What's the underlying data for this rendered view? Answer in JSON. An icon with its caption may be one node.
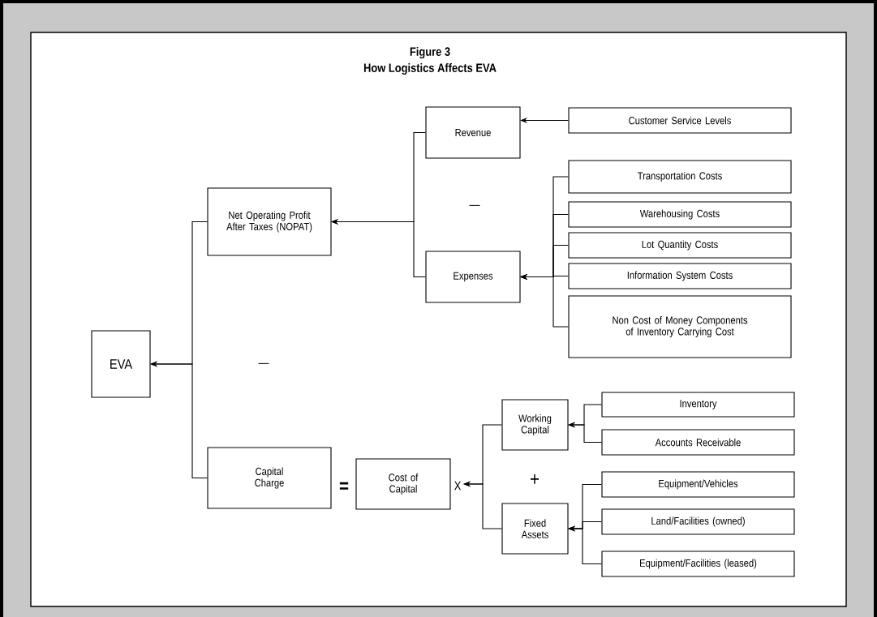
{
  "diagram": {
    "title": "How Logistics Affects EVA",
    "nodes": [
      {
        "text": [
          "EVA"
        ]
      },
      {
        "text": [
          "Net Operating Profit After Taxes (NOPAT)"
        ]
      },
      {
        "text": [
          "Revenue"
        ]
      },
      {
        "text": [
          "Expenses"
        ]
      },
      {
        "text": [
          "Customer Service Levels"
        ]
      },
      {
        "text": [
          "Transportation Costs"
        ]
      },
      {
        "text": [
          "Warehousing Costs"
        ]
      },
      {
        "text": [
          "Lot Quantity Costs"
        ]
      },
      {
        "text": [
          "Information System Costs"
        ]
      },
      {
        "text": [
          "Non Cost of Money Components of Inventory Carrying Cost"
        ]
      },
      {
        "text": [
          "Capital Charge"
        ]
      },
      {
        "text": [
          "Cost of Capital"
        ],
        "beside": [
          "X"
        ]
      },
      {
        "text": [
          "Working Capital"
        ]
      },
      {
        "text": [
          "Fixed Assets"
        ]
      },
      {
        "text": [
          "Inventory"
        ]
      },
      {
        "text": [
          "Accounts Receivable"
        ]
      },
      {
        "text": [
          "Equipment/Vehicles"
        ]
      },
      {
        "text": [
          "Land/Facilities (owned)"
        ]
      },
      {
        "text": [
          "Equipment/Facilities (leased)"
        ]
      }
    ],
    "edges": [
      {
        "from": 1,
        "to": 0,
        "arrow": "to"
      },
      {
        "from": 10,
        "to": 0,
        "arrow": "to"
      },
      {
        "from": 2,
        "to": 1,
        "arrow": "to"
      },
      {
        "from": 3,
        "to": 1,
        "arrow": "to"
      },
      {
        "from": 4,
        "to": 2,
        "arrow": "to"
      },
      {
        "from": 5,
        "to": 3,
        "arrow": "to"
      },
      {
        "from": 6,
        "to": 3,
        "arrow": "to"
      },
      {
        "from": 7,
        "to": 3,
        "arrow": "to"
      },
      {
        "from": 8,
        "to": 3,
        "arrow": "to"
      },
      {
        "from": 9,
        "to": 3,
        "arrow": "to"
      },
      {
        "from": 12,
        "to": 11,
        "arrow": "to"
      },
      {
        "from": 13,
        "to": 11,
        "arrow": "to"
      },
      {
        "from": 14,
        "to": 12,
        "arrow": "to"
      },
      {
        "from": 15,
        "to": 12,
        "arrow": "to"
      },
      {
        "from": 16,
        "to": 13,
        "arrow": "to"
      },
      {
        "from": 17,
        "to": 13,
        "arrow": "to"
      },
      {
        "from": 18,
        "to": 13,
        "arrow": "to"
      }
    ],
    "labels": [
      "Figure 3",
      "—",
      "—",
      "=",
      "+"
    ]
  }
}
